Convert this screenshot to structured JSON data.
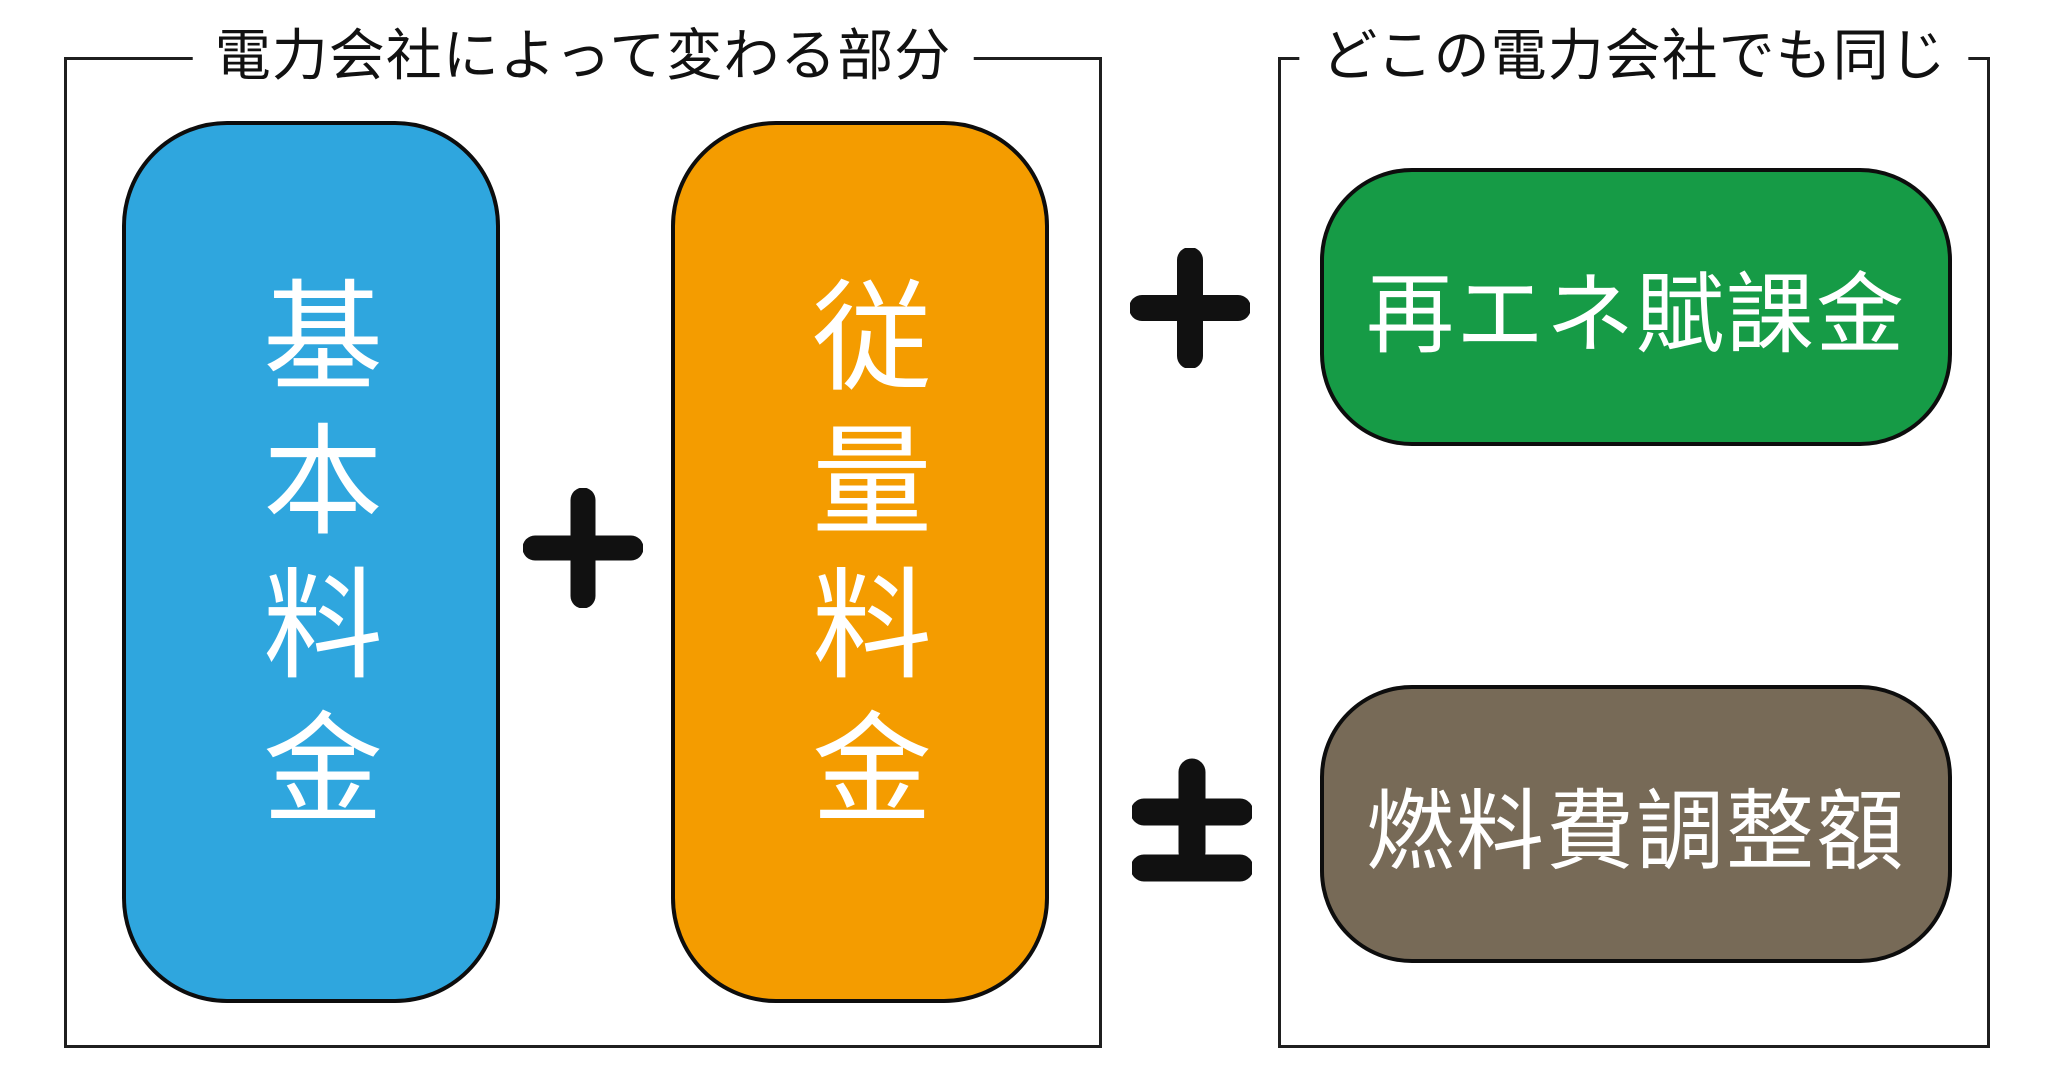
{
  "left_group": {
    "title": "電力会社によって変わる部分",
    "operator_between": "+",
    "items": [
      {
        "label": "基本料金",
        "color": "#2FA6DE",
        "text_color": "#ffffff"
      },
      {
        "label": "従量料金",
        "color": "#F49C00",
        "text_color": "#ffffff"
      }
    ]
  },
  "right_group": {
    "title": "どこの電力会社でも同じ",
    "items": [
      {
        "operator": "+",
        "label": "再エネ賦課金",
        "color": "#169B46",
        "text_color": "#ffffff"
      },
      {
        "operator": "±",
        "label": "燃料費調整額",
        "color": "#776A57",
        "text_color": "#ffffff"
      }
    ]
  },
  "styles": {
    "group_border_color": "#1f1f1f",
    "pill_border_color": "#0d0d0d",
    "operator_color": "#111111",
    "background": "#ffffff"
  }
}
